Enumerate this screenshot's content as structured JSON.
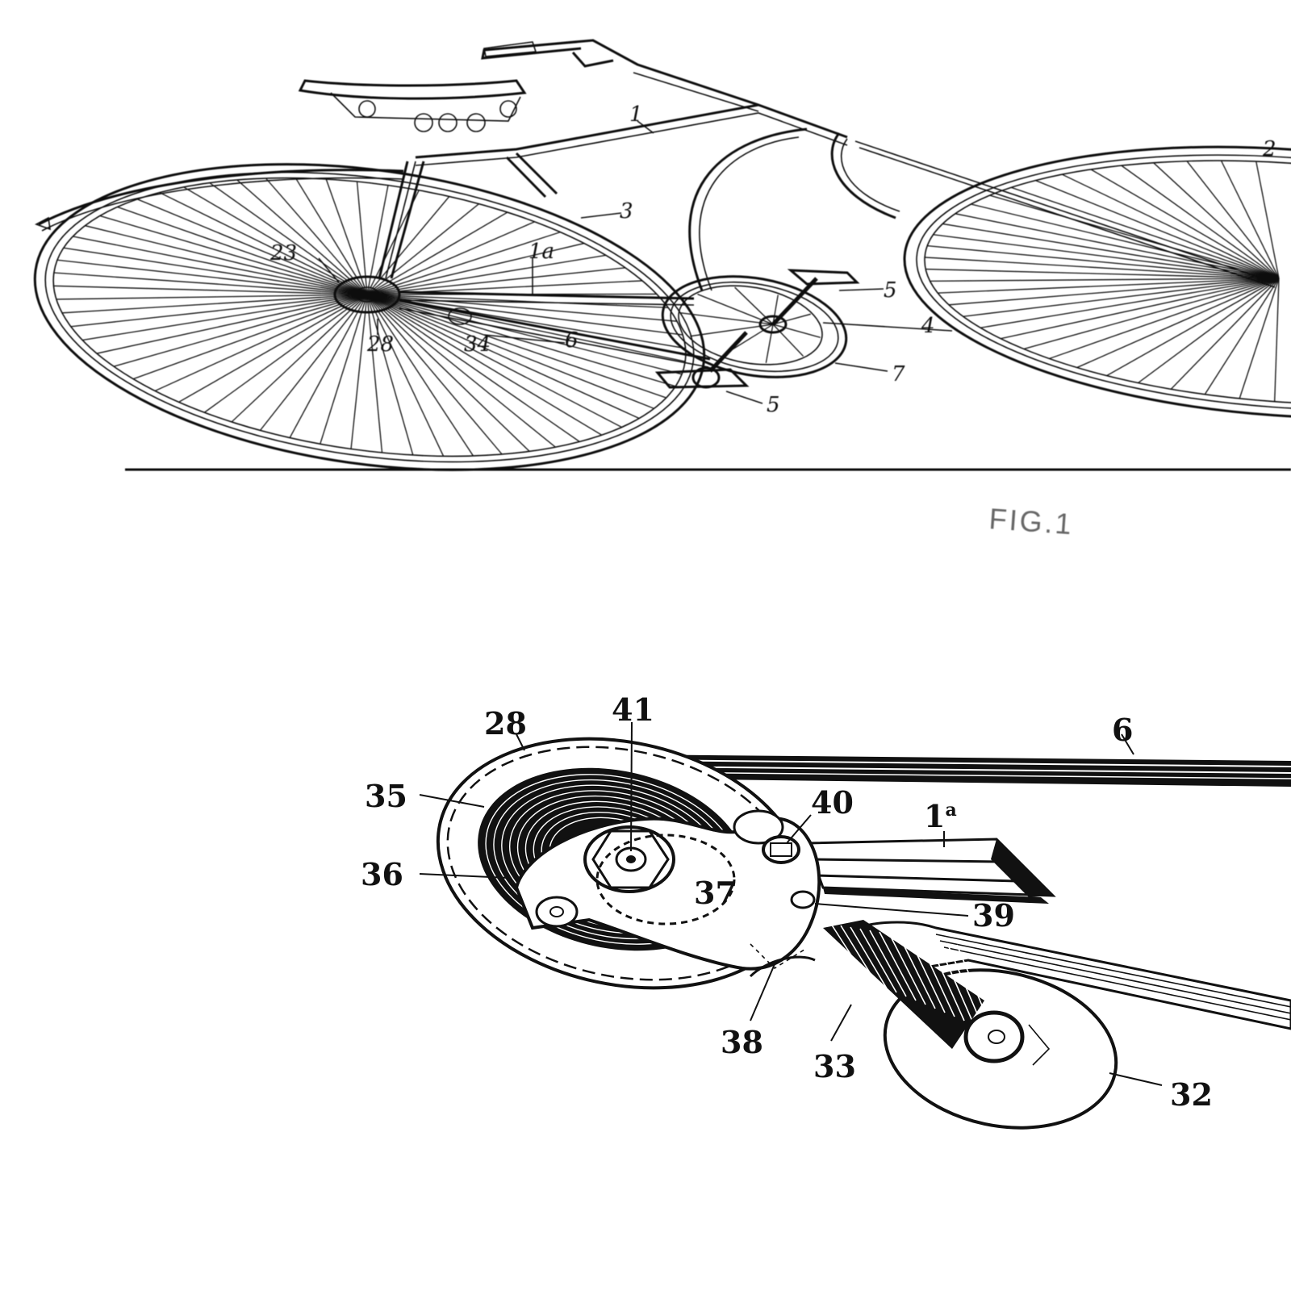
{
  "fig1": {
    "caption": "FIG.1",
    "labels": {
      "frame": "1",
      "frame_a": "1a",
      "rear_hub": "23",
      "front_hub": "2",
      "fork": "3",
      "sprocket": "4",
      "pedal_upper": "5",
      "pedal_lower": "5",
      "chain_stay": "6",
      "chain_guard": "7",
      "hub_casing": "28",
      "clip": "34"
    }
  },
  "fig2": {
    "labels": {
      "casing": "28",
      "axle": "41",
      "stay": "6",
      "plate": "35",
      "bolt_slot": "40",
      "tube": "1",
      "tube_sup": "a",
      "lug": "36",
      "cap": "37",
      "bracket": "39",
      "clamp": "38",
      "arm": "33",
      "disc": "32"
    }
  }
}
